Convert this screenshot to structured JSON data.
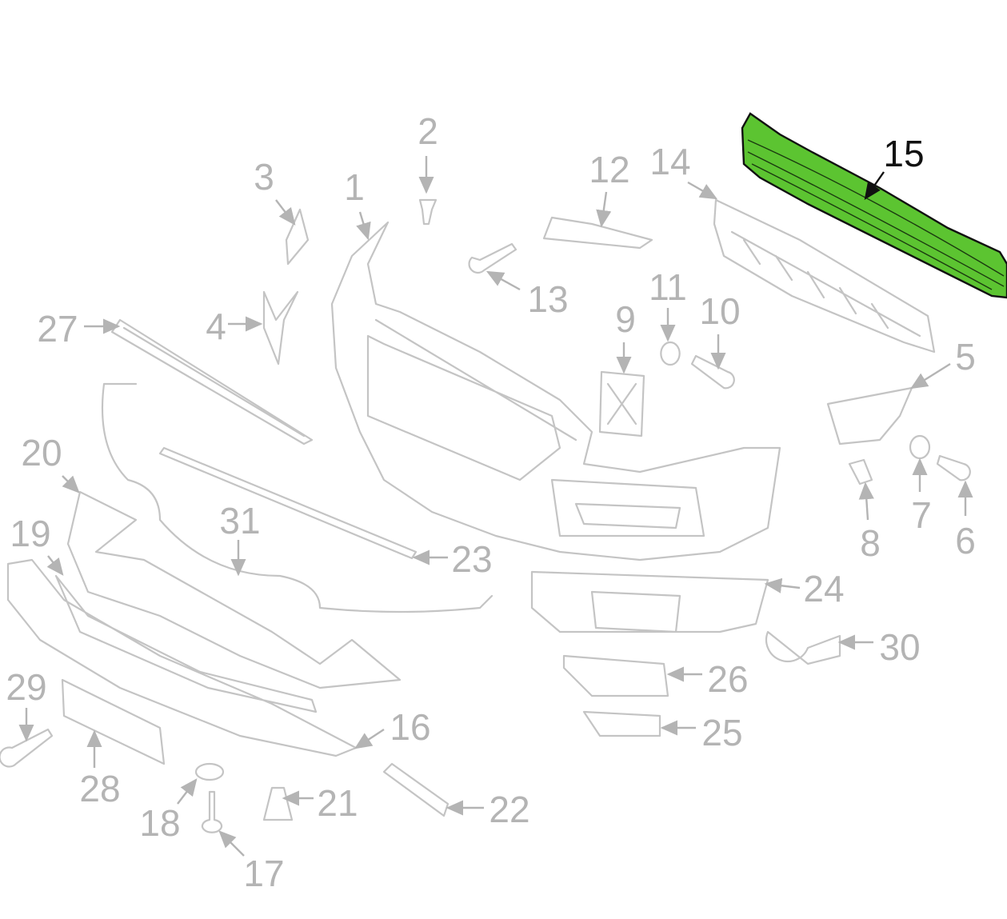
{
  "diagram": {
    "title_visible": false,
    "highlighted_part": "15",
    "highlight_color": "#5cc431",
    "line_color": "#c4c4c4",
    "callouts": {
      "p1": "1",
      "p2": "2",
      "p3": "3",
      "p4": "4",
      "p5": "5",
      "p6": "6",
      "p7": "7",
      "p8": "8",
      "p9": "9",
      "p10": "10",
      "p11": "11",
      "p12": "12",
      "p13": "13",
      "p14": "14",
      "p15": "15",
      "p16": "16",
      "p17": "17",
      "p18": "18",
      "p19": "19",
      "p20": "20",
      "p21": "21",
      "p22": "22",
      "p23": "23",
      "p24": "24",
      "p25": "25",
      "p26": "26",
      "p27": "27",
      "p28": "28",
      "p29": "29",
      "p30": "30",
      "p31": "31"
    }
  }
}
